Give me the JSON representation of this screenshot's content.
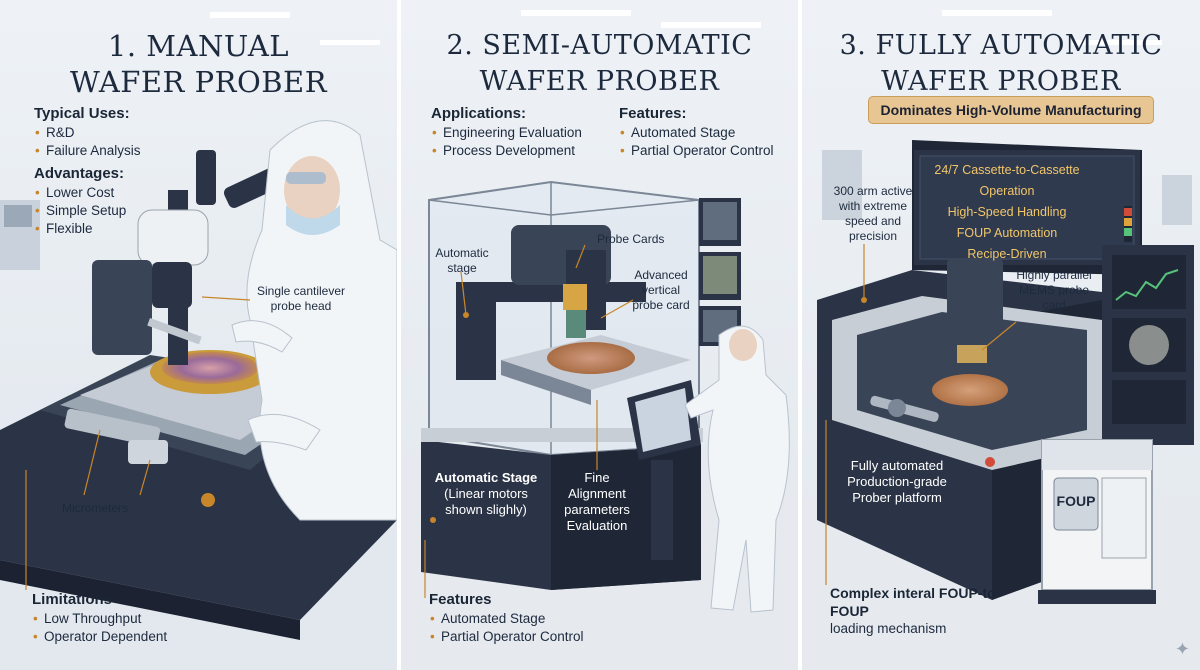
{
  "panels": [
    {
      "title_line1": "1. MANUAL",
      "title_line2": "WAFER PROBER",
      "uses_heading": "Typical Uses:",
      "uses": [
        "R&D",
        "Failure Analysis"
      ],
      "advantages_heading": "Advantages:",
      "advantages": [
        "Lower Cost",
        "Simple Setup",
        "Flexible"
      ],
      "callouts": {
        "probe_head": "Single cantilever probe head",
        "micrometers": "Micrometers"
      },
      "limitations_heading": "Limitations",
      "limitations": [
        "Low Throughput",
        "Operator Dependent"
      ]
    },
    {
      "title_line1": "2. SEMI-AUTOMATIC",
      "title_line2": "WAFER PROBER",
      "applications_heading": "Applications:",
      "applications": [
        "Engineering Evaluation",
        "Process Development"
      ],
      "features_heading": "Features:",
      "features": [
        "Automated Stage",
        "Partial Operator Control"
      ],
      "callouts": {
        "automatic_stage": "Automatic stage",
        "probe_cards": "Probe Cards",
        "vertical_probe_card": "Advanced vertical probe card",
        "base_stage_line1": "Automatic Stage",
        "base_stage_line2": "(Linear motors shown slighly)",
        "fine_alignment": "Fine Alignment parameters Evaluation"
      },
      "bottom_features_heading": "Features",
      "bottom_features": [
        "Automated Stage",
        "Partial Operator Control"
      ]
    },
    {
      "title_line1": "3. FULLY AUTOMATIC",
      "title_line2": "WAFER PROBER",
      "badge": "Dominates High-Volume Manufacturing",
      "screen_lines": [
        "24/7 Cassette-to-Cassette Operation",
        "High-Speed Handling",
        "FOUP Automation",
        "Recipe-Driven"
      ],
      "callouts": {
        "arm": "300 arm active with extreme speed and precision",
        "mems": "Highly parallel MEMS probe card",
        "platform": "Fully automated Production-grade Prober platform",
        "foup": "FOUP",
        "loading_heading": "Complex interal FOUP-to-FOUP",
        "loading_text": "loading mechanism"
      }
    }
  ],
  "colors": {
    "ink": "#1d2a3e",
    "accent": "#c8862a",
    "machine_dark": "#2b3446",
    "wafer": "#b5774a"
  }
}
